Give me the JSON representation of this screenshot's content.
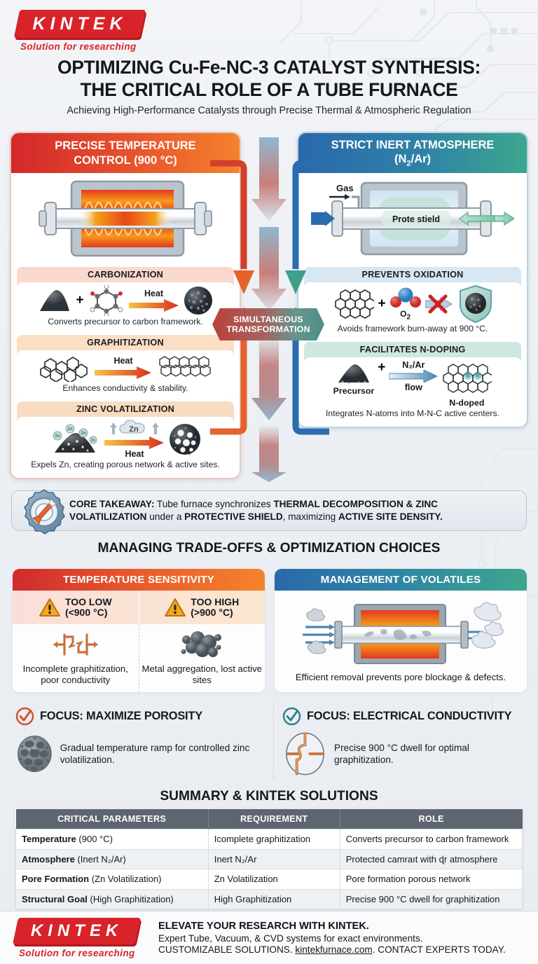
{
  "brand": {
    "logo_text": "KINTEK",
    "logo_tagline": "Solution for researching"
  },
  "header": {
    "title_line1": "OPTIMIZING Cu-Fe-NC-3 CATALYST SYNTHESIS:",
    "title_line2": "THE CRITICAL ROLE OF A TUBE FURNACE",
    "subtitle": "Achieving High-Performance Catalysts through Precise Thermal & Atmospheric Regulation"
  },
  "left_panel": {
    "head_line1": "PRECISE TEMPERATURE",
    "head_line2": "CONTROL (900 °C)",
    "accent": "#e8542c",
    "steps": [
      {
        "title": "CARBONIZATION",
        "arrow_label": "Heat",
        "caption": "Converts precursor to carbon framework."
      },
      {
        "title": "GRAPHITIZATION",
        "arrow_label": "Heat",
        "caption": "Enhances conductivity & stability."
      },
      {
        "title": "ZINC VOLATILIZATION",
        "arrow_label": "Heat",
        "cloud_label": "Zn",
        "caption": "Expels Zn, creating porous network & active sites."
      }
    ]
  },
  "right_panel": {
    "head_line1": "STRICT INERT ATMOSPHERE",
    "head_line2_pre": "(N",
    "head_line2_sub": "2",
    "head_line2_post": "/Ar)",
    "accent": "#2f83a6",
    "furnace_gas_label": "Gas",
    "furnace_shield_label": "Prote stield",
    "steps": [
      {
        "title": "PREVENTS OXIDATION",
        "molecule_label": "O",
        "molecule_sub": "2",
        "caption": "Avoids framework burn-away at 900 °C."
      },
      {
        "title": "FACILITATES N-DOPING",
        "arrow_label_top": "N₂/Ar",
        "arrow_label_bottom": "flow",
        "left_label": "Precursor",
        "right_label": "N-doped",
        "caption": "Integrates N-atoms into M-N-C active centers."
      }
    ]
  },
  "center": {
    "banner_line1": "SIMULTANEOUS",
    "banner_line2": "TRANSFORMATION"
  },
  "takeaway": {
    "icon": "gear-wrench-icon",
    "label": "CORE TAKEAWAY:",
    "t1": " Tube furnace synchronizes ",
    "b1": "THERMAL DECOMPOSITION & ZINC VOLATILIZATION",
    "t2": " under a ",
    "b2": "PROTECTIVE SHIELD",
    "t3": ", maximizing ",
    "b3": "ACTIVE SITE DENSITY."
  },
  "tradeoffs": {
    "section_title": "MANAGING TRADE-OFFS & OPTIMIZATION CHOICES",
    "left": {
      "head": "TEMPERATURE SENSITIVITY",
      "warn_low_l1": "TOO LOW",
      "warn_low_l2": "(<900 °C)",
      "warn_high_l1": "TOO HIGH",
      "warn_high_l2": "(>900 °C)",
      "cap_low": "Incomplete graphitization, poor conductivity",
      "cap_high": "Metal aggregation, lost active sites"
    },
    "right": {
      "head": "MANAGEMENT OF VOLATILES",
      "caption": "Efficient removal prevents pore blockage & defects."
    }
  },
  "focus": [
    {
      "icon": "check-circle-icon",
      "color": "#d2502c",
      "title": "FOCUS: MAXIMIZE POROSITY",
      "caption": "Gradual temperature ramp for controlled zinc volatilization."
    },
    {
      "icon": "check-circle-icon",
      "color": "#2f7f8a",
      "title": "FOCUS: ELECTRICAL CONDUCTIVITY",
      "caption": "Precise 900 °C dwell for optimal graphitization."
    }
  ],
  "summary": {
    "title": "SUMMARY & KINTEK SOLUTIONS",
    "columns": [
      "CRITICAL PARAMETERS",
      "REQUIREMENT",
      "ROLE"
    ],
    "rows": [
      {
        "param_bold": "Temperature",
        "param_rest": " (900 °C)",
        "requirement": "Icomplete graphitization",
        "role": "Converts precursor to carbon framework"
      },
      {
        "param_bold": "Atmosphere",
        "param_rest": " (Inert N₂/Ar)",
        "requirement": "Inert N₂/Ar",
        "role": "Protected camraıt with ɖr atmosphere"
      },
      {
        "param_bold": "Pore Formation",
        "param_rest": " (Zn Volatilization)",
        "requirement": "Zn Volatilization",
        "role": "Pore formation porous network"
      },
      {
        "param_bold": "Structural Goal",
        "param_rest": " (High Graphitization)",
        "requirement": "High Graphitization",
        "role": "Precise 900 °C dwell for  graphitization"
      }
    ]
  },
  "footer": {
    "line1": "ELEVATE YOUR RESEARCH WITH KINTEK.",
    "line2": "Expert Tube, Vacuum, & CVD systems for exact environments.",
    "line3_pre": "CUSTOMIZABLE SOLUTIONS. ",
    "line3_link": "kintekfurnace.com",
    "line3_post": ". CONTACT EXPERTS TODAY."
  }
}
